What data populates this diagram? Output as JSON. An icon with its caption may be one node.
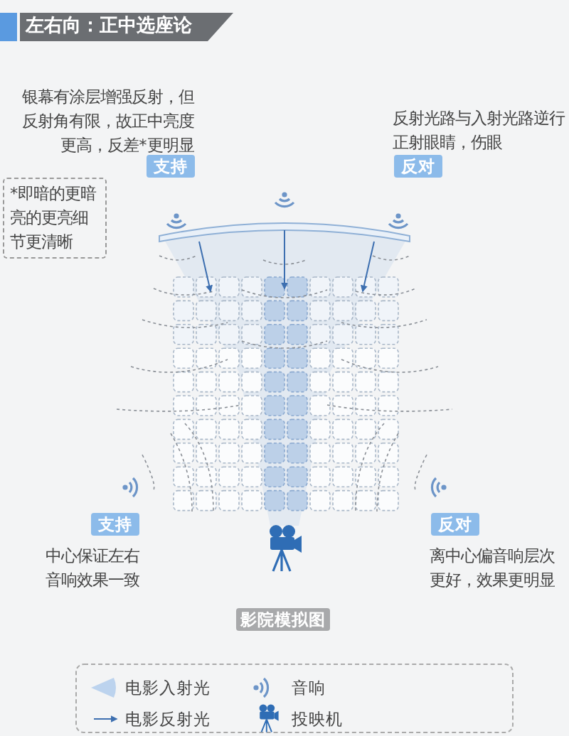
{
  "diagram": {
    "title": "左右向：正中选座论",
    "labels": [
      "银幕有涂层增强反射，但反射角有限，故正中亮度更高，反差*更明显",
      "反射光路与入射光路逆行正射眼睛，伤眼",
      "支持",
      "反对",
      "*即暗的更暗亮的更亮细节更清晰",
      "支持",
      "反对",
      "中心保证左右音响效果一致",
      "离中心偏音响层次更好，效果更明显",
      "影院模拟图"
    ],
    "legend": [
      {
        "text": "电影入射光"
      },
      {
        "text": "音响"
      },
      {
        "text": "电影反射光"
      },
      {
        "text": "投映机"
      }
    ]
  }
}
